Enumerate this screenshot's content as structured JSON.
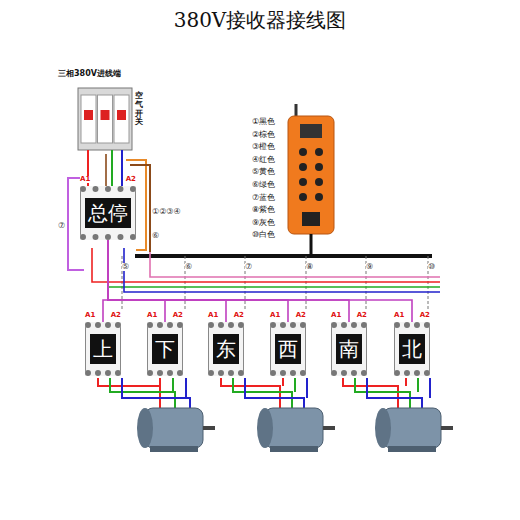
{
  "diagram": {
    "title": "380V接收器接线图",
    "nodes": [
      {
        "text": [
          "三相380V进线端",
          "空气开关"
        ]
      },
      {
        "text": [
          "总停"
        ]
      },
      {
        "text": [
          "上"
        ]
      },
      {
        "text": [
          "下"
        ]
      },
      {
        "text": [
          "东"
        ]
      },
      {
        "text": [
          "西"
        ]
      },
      {
        "text": [
          "南"
        ]
      },
      {
        "text": [
          "北"
        ]
      }
    ],
    "edges": [
      {
        "from": 0,
        "to": 1,
        "arrow": "none"
      },
      {
        "from": 1,
        "to": 2,
        "arrow": "none"
      },
      {
        "from": 1,
        "to": 3,
        "arrow": "none"
      },
      {
        "from": 1,
        "to": 4,
        "arrow": "none"
      },
      {
        "from": 1,
        "to": 5,
        "arrow": "none"
      },
      {
        "from": 1,
        "to": 6,
        "arrow": "none"
      },
      {
        "from": 1,
        "to": 7,
        "arrow": "none"
      }
    ],
    "labels": [
      "A1",
      "A2",
      "A1",
      "A2",
      "A1",
      "A2",
      "A1",
      "A2",
      "A1",
      "A2",
      "A1",
      "A2",
      "A1",
      "A2",
      "①黑色",
      "②棕色",
      "③橙色",
      "④红色",
      "⑤黄色",
      "⑥绿色",
      "⑦蓝色",
      "⑧紫色",
      "⑨灰色",
      "⑩白色",
      "⑦",
      "①②③④",
      "⑥",
      "⑤",
      "⑥",
      "⑦",
      "⑧",
      "⑨",
      "⑩"
    ]
  }
}
